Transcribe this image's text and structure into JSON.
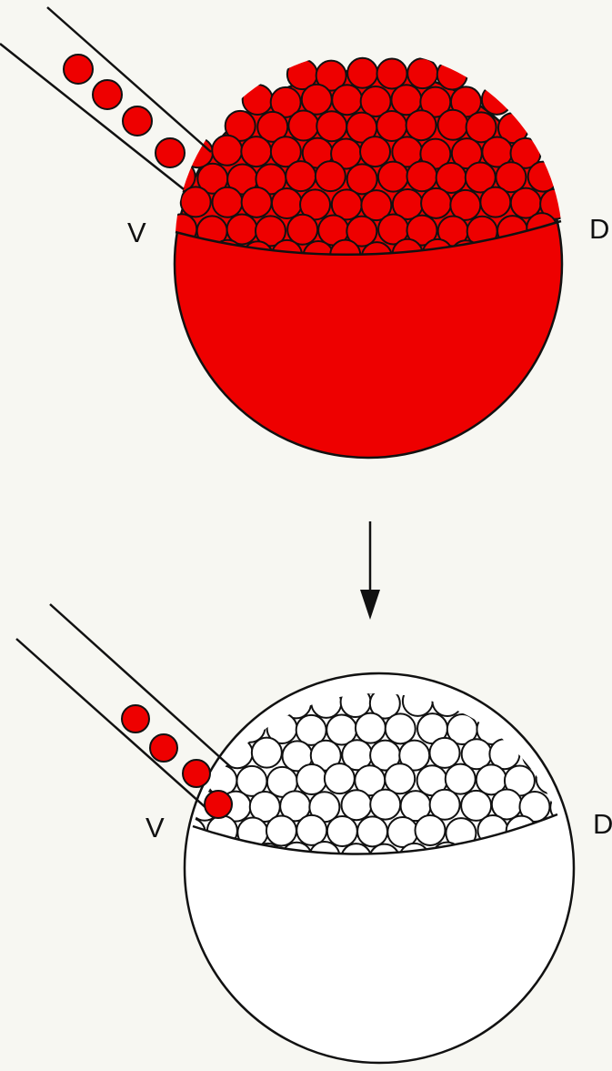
{
  "labels": {
    "top_left": "V",
    "top_right": "D",
    "bottom_left": "V",
    "bottom_right": "D"
  },
  "colors": {
    "background": "#f7f7f2",
    "labeled": "#ee0000",
    "unlabeled": "#ffffff",
    "outline": "#111111"
  },
  "icons": {
    "arrow": "down-arrow-icon"
  }
}
